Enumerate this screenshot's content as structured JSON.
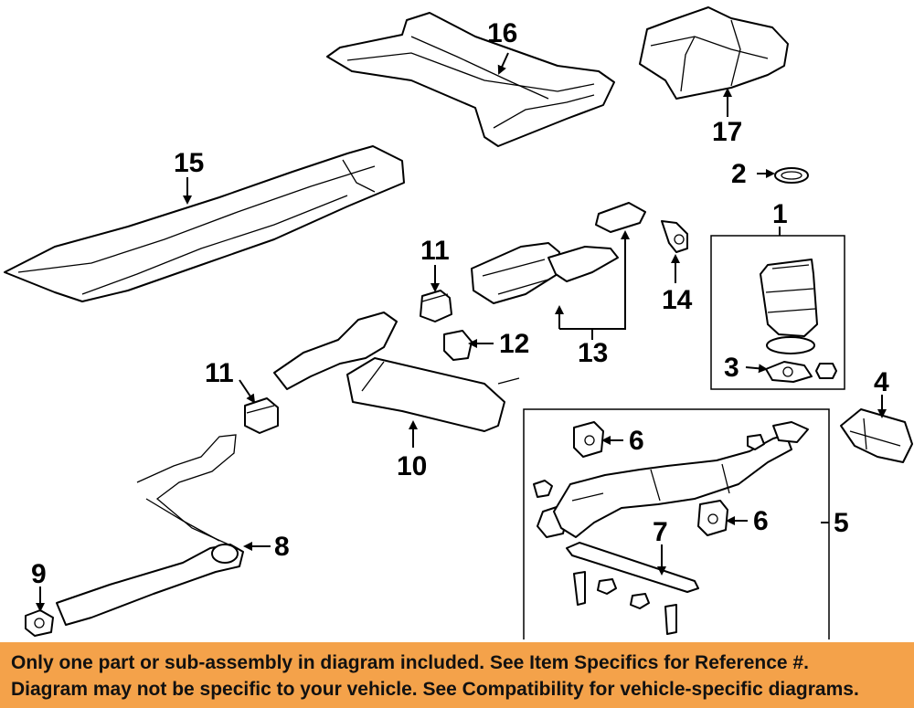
{
  "callouts": {
    "c1": "1",
    "c2": "2",
    "c3": "3",
    "c4": "4",
    "c5": "5",
    "c6a": "6",
    "c6b": "6",
    "c7": "7",
    "c8": "8",
    "c9": "9",
    "c10": "10",
    "c11a": "11",
    "c11b": "11",
    "c12": "12",
    "c13": "13",
    "c14": "14",
    "c15": "15",
    "c16": "16",
    "c17": "17"
  },
  "banner": {
    "line1": "Only one part or sub-assembly in diagram included. See Item Specifics for Reference #.",
    "line2": "Diagram may not be specific to your vehicle. See Compatibility for vehicle-specific diagrams."
  },
  "colors": {
    "banner_bg": "#f4a24a",
    "line": "#000000",
    "background": "#ffffff"
  }
}
